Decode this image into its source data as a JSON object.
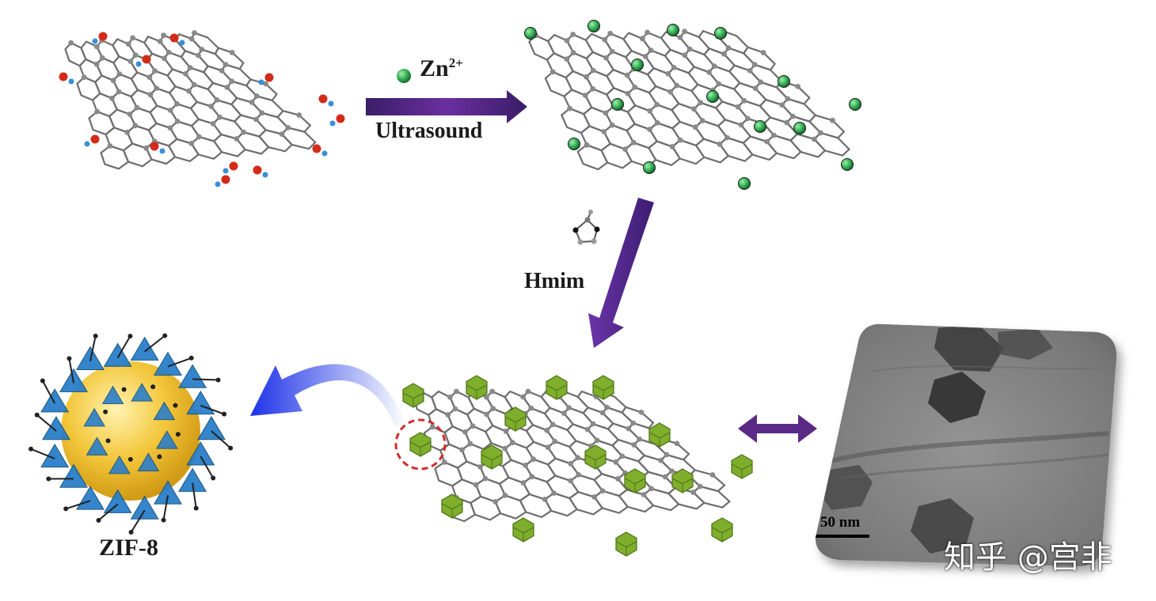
{
  "labels": {
    "zn": "Zn",
    "zn_charge": "2+",
    "ultrasound": "Ultrasound",
    "hmim": "Hmim",
    "zif8": "ZIF-8",
    "scale_bar": "50 nm"
  },
  "watermark": "知乎 @宫非",
  "colors": {
    "arrow_purple": "#5b2a86",
    "arrow_blue": "#2035e6",
    "graphene_gray": "#6e6e6e",
    "oxygen_red": "#d42a1a",
    "hydrogen_blue": "#3a8fd8",
    "zinc_green": "#2fa84f",
    "zif_crystal_green": "#7fae2c",
    "zif_core_yellow": "#f3c63a",
    "zif_tetra_blue": "#2a7fc9",
    "tem_gray": "#8a8a8a",
    "highlight_red": "#d62b2b"
  },
  "icons": [
    "zinc-ion-icon",
    "imidazole-icon"
  ]
}
